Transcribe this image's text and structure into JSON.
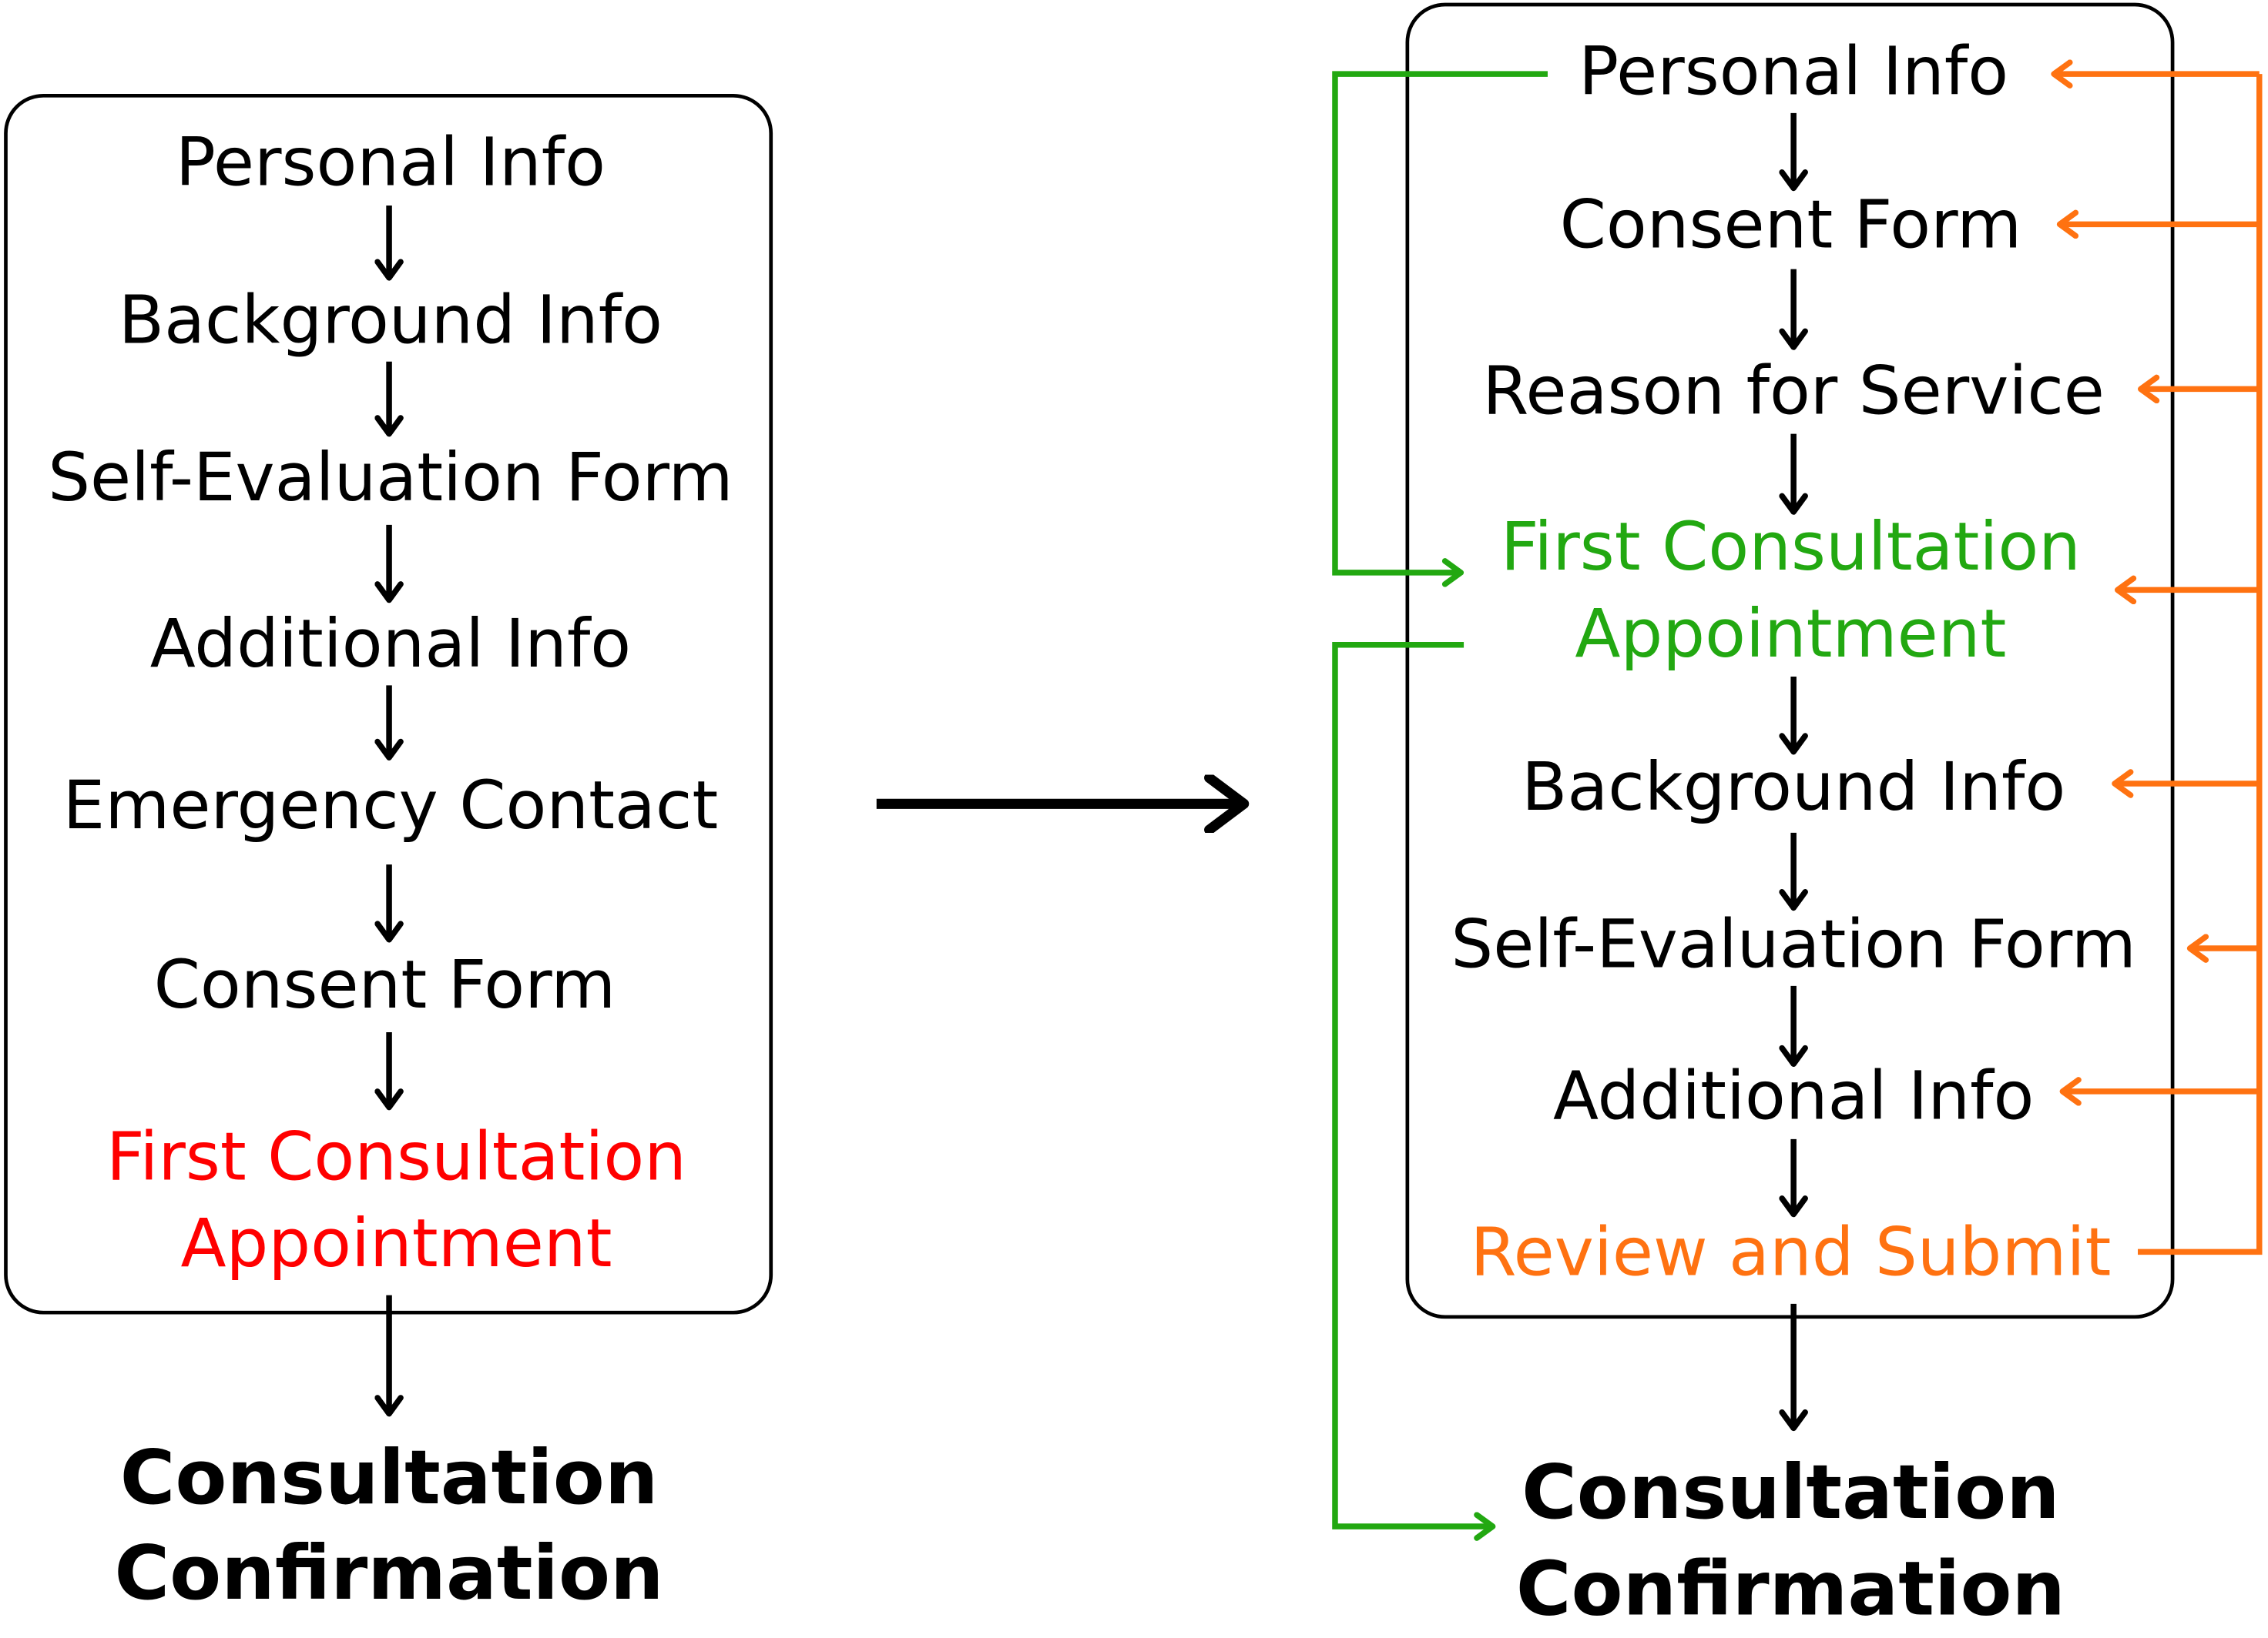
{
  "colors": {
    "default": "#000000",
    "removed": "#ff0000",
    "moved": "#22a811",
    "added": "#ff7211"
  },
  "before": {
    "steps": [
      "Personal Info",
      "Background Info",
      "Self-Evaluation Form",
      "Additional Info",
      "Emergency Contact",
      "Consent Form"
    ],
    "highlight_step": [
      "First Consultation",
      "Appointment"
    ],
    "final": [
      "Consultation",
      "Confirmation"
    ]
  },
  "after": {
    "steps": [
      "Personal Info",
      "Consent Form",
      "Reason for Service"
    ],
    "highlight_step": [
      "First Consultation",
      "Appointment"
    ],
    "steps_after": [
      "Background Info",
      "Self-Evaluation Form",
      "Additional Info"
    ],
    "review_step": "Review and Submit",
    "final": [
      "Consultation",
      "Confirmation"
    ]
  }
}
